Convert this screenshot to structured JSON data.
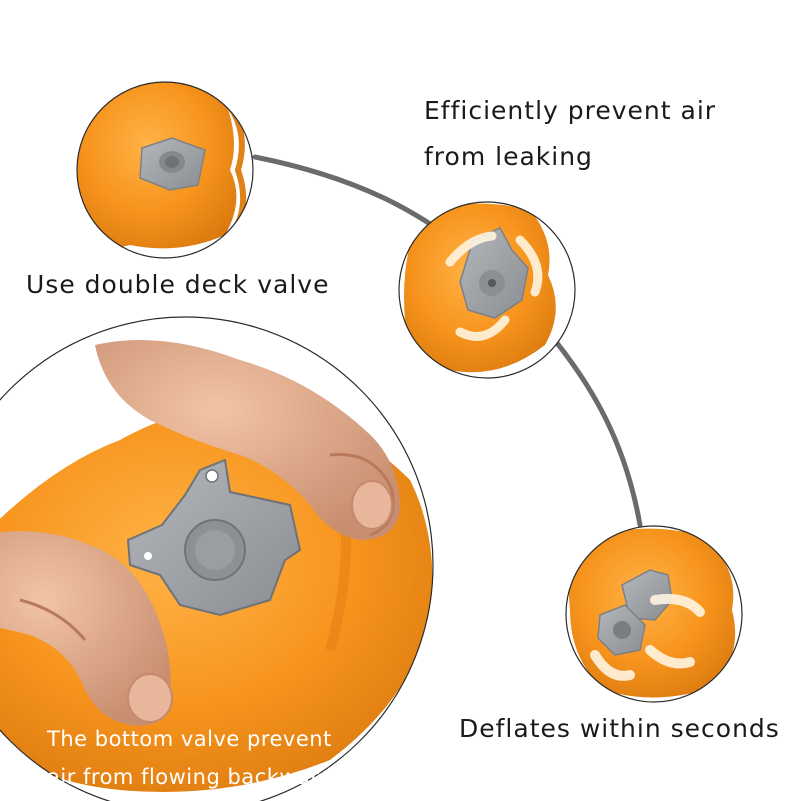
{
  "captions": {
    "prevent_line1": "Efficiently prevent air",
    "prevent_line2": "from leaking",
    "double_valve": "Use double deck valve",
    "deflates": "Deflates within seconds",
    "bottom_line1": "The bottom valve prevent",
    "bottom_line2": "air from flowing backward"
  },
  "colors": {
    "background": "#ffffff",
    "pad_orange": "#f7941d",
    "valve_gray": "#9ea1a6",
    "arc_gray": "#6b6b6b",
    "caption_dark": "#1a1a1a",
    "caption_light": "#ffffff"
  }
}
